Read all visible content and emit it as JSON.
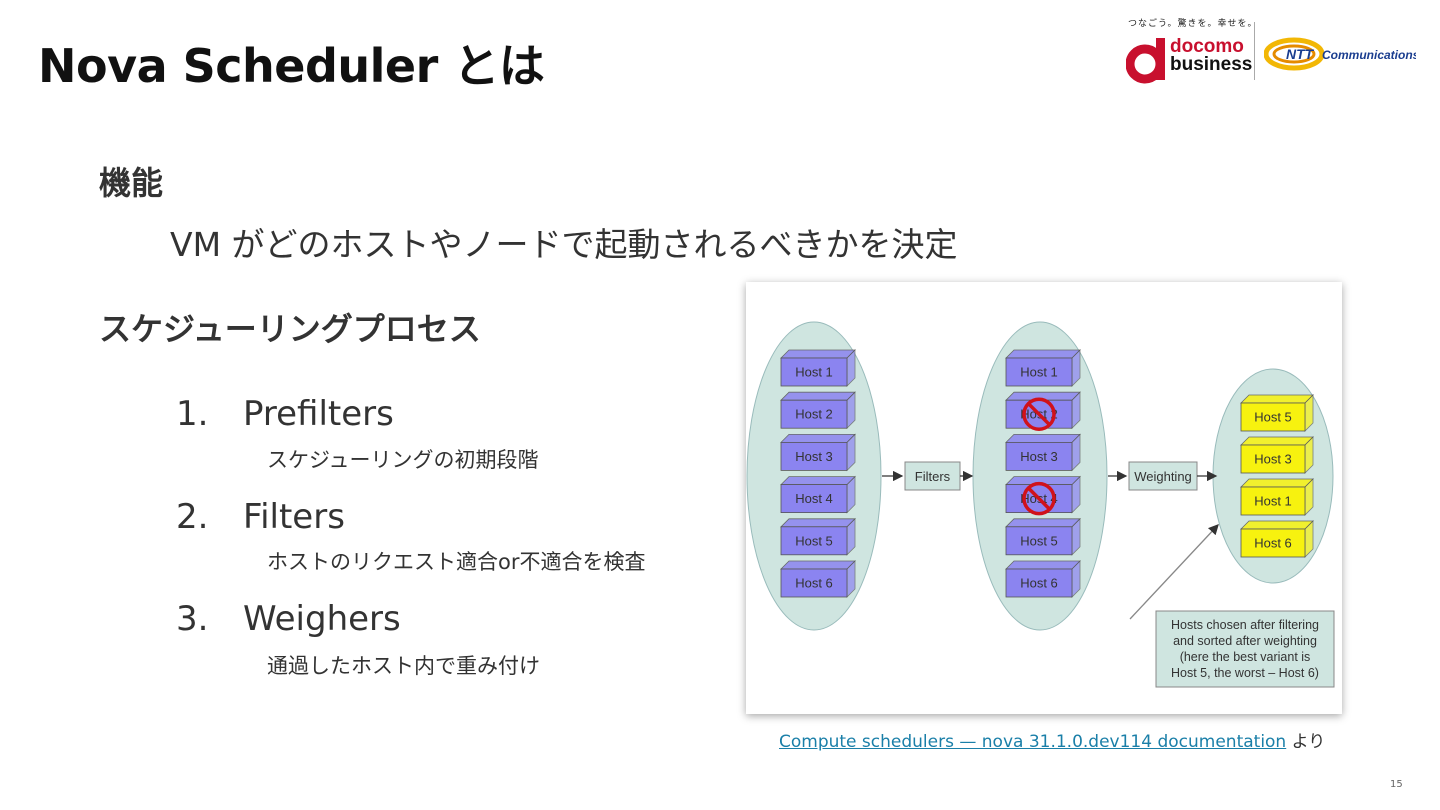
{
  "slide": {
    "title": "Nova Scheduler とは",
    "page_number": "15"
  },
  "logos": {
    "tagline": "つなごう。驚きを。幸せを。",
    "docomo_line1": "docomo",
    "docomo_line2": "business",
    "ntt_text": "Communications",
    "ntt_mark": "NTT"
  },
  "section_function": {
    "heading": "機能",
    "description": "VM がどのホストやノードで起動されるべきかを決定"
  },
  "section_process": {
    "heading": "スケジューリングプロセス",
    "steps": [
      {
        "number": "1.",
        "label": "Prefilters",
        "detail": "スケジューリングの初期段階"
      },
      {
        "number": "2.",
        "label": "Filters",
        "detail": "ホストのリクエスト適合or不適合を検査"
      },
      {
        "number": "3.",
        "label": "Weighers",
        "detail": "通過したホスト内で重み付け"
      }
    ]
  },
  "diagram": {
    "all_hosts": [
      "Host 1",
      "Host 2",
      "Host 3",
      "Host 4",
      "Host 5",
      "Host 6"
    ],
    "filtered_hosts": [
      "Host 1",
      "Host 2",
      "Host 3",
      "Host 4",
      "Host 5",
      "Host 6"
    ],
    "rejected_hosts": [
      "Host 2",
      "Host 4"
    ],
    "filters_label": "Filters",
    "weighting_label": "Weighting",
    "ranked_hosts": [
      "Host 5",
      "Host 3",
      "Host 1",
      "Host 6"
    ],
    "note_lines": [
      "Hosts chosen after filtering",
      "and sorted after weighting",
      "(here the best variant is",
      "Host 5, the worst – Host 6)"
    ],
    "colors": {
      "ellipse": "#cfe5e0",
      "host_blue": "#8b84f0",
      "host_yellow": "#f7f20f",
      "label_box": "#cfe5e0",
      "reject": "#d0121b"
    }
  },
  "caption": {
    "link_text": "Compute schedulers — nova 31.1.0.dev114 documentation",
    "suffix": " より"
  }
}
